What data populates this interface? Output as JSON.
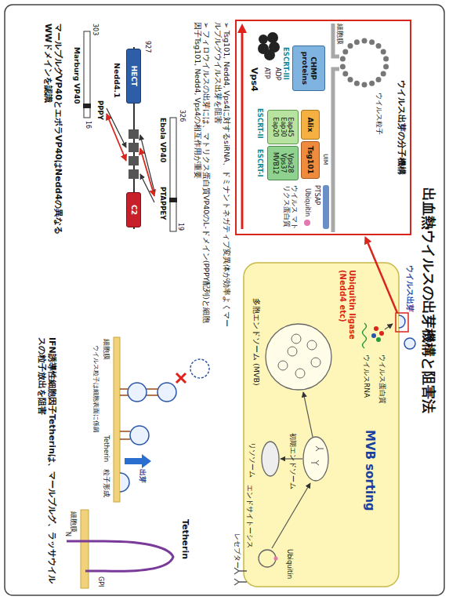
{
  "diagram": {
    "title": "出血熱ウイルスの出芽機構と阻害法",
    "nodes": [
      {
        "text": [
          "ウイルス出芽の分子機構"
        ]
      },
      {
        "text": [
          "Tsg101"
        ],
        "in": 0
      },
      {
        "text": [
          "Vps28 Vps37 MVB12"
        ],
        "in": 0
      },
      {
        "text": [
          "Alix"
        ],
        "in": 0
      },
      {
        "text": [
          "Eap45 Eap30 Eap20"
        ],
        "in": 0
      },
      {
        "text": [
          "CHMP proteins"
        ],
        "in": 0
      },
      {
        "text": [
          "HECT"
        ]
      },
      {
        "text": [
          "C2"
        ]
      }
    ],
    "labels": [
      "細胞膜",
      "ウイルス粒子",
      "UIM",
      "PTSAP",
      "Ubiquitin",
      "ウイルス マトリクス蛋白質",
      "ESCRT-III",
      "ESCRT-II",
      "ESCRT-I",
      "ADP",
      "ATP",
      "Vps4",
      "ウイルス出芽",
      "ウイルス蛋白質",
      "ウイルスRNA",
      "Ubiquitin ligase (Nedd4 etc)",
      "MVB sorting",
      "初期エンドソーム",
      "Ubiquitin",
      "エンドサイトーシス",
      "レセプター",
      "リソソーム",
      "多胞エンドソーム (MVB)",
      "➢ Tsg101, Nedd4, Vps4に対するsiRNA、ドミナントネガティブ変異体が効率よくマールブルグウイルス出芽を阻害",
      "➢ フィロウイルスの出芽には、マトリクス蛋白質VP40のL-ドメイン(PPPY配列)と細胞因子Tsg101, Nedd4, Vps4の相互作用が重要",
      "326",
      "Ebola VP40",
      "PTAPPEY",
      "19",
      "927",
      "Nedd4.1",
      "303",
      "PPPY",
      "16",
      "Marburg VP40",
      "マールブルグVP40とエボラVP40はNedd4の異なるWWドメインを認識",
      "Tetherin",
      "N",
      "GPI",
      "細胞膜",
      "細胞膜",
      "粒子形成",
      "出芽",
      "Tetherin",
      "ウイルス粒子は細胞表面に係留",
      "IFN誘導性細胞因子Tetherinは、マールブルグ、ラッサウイルスの粒子放出を阻害"
    ]
  }
}
